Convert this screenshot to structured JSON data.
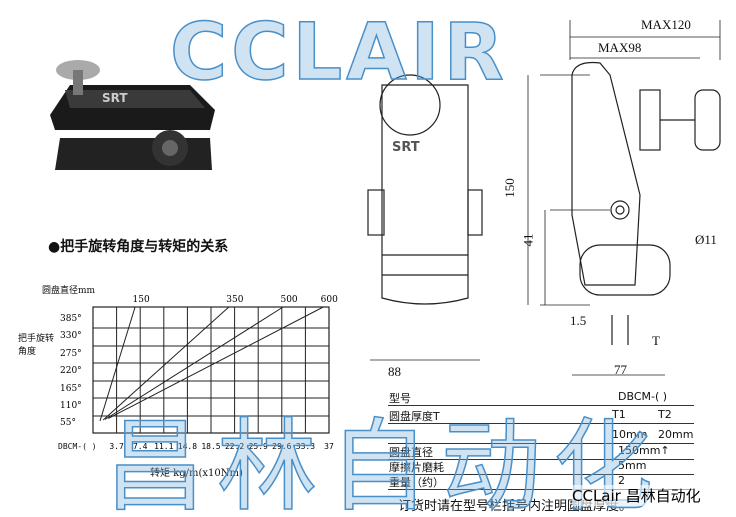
{
  "watermark": {
    "top": "CCLAIR",
    "bottom": "昌林自动化",
    "corner": "CCLair 昌林自动化",
    "accent": "#4a90c8"
  },
  "product": {
    "logo": "SRT"
  },
  "section_title": "●把手旋转角度与转矩的关系",
  "drawing": {
    "dims": {
      "max120": "MAX120",
      "max98": "MAX98",
      "h150": "150",
      "h41": "41",
      "dia": "Ø11",
      "w88": "88",
      "w77": "77",
      "t15": "1.5",
      "t": "T"
    }
  },
  "chart_data": {
    "type": "line",
    "title": "圆盘直径mm",
    "ylabel": "把手旋转角度",
    "xlabel": "转矩 kg/m(x10Nm)",
    "x_row_label": "DBCM-( )",
    "xticks": [
      "3.7",
      "7.4",
      "11.1",
      "14.8",
      "18.5",
      "22.2",
      "25.9",
      "29.6",
      "33.3",
      "37"
    ],
    "yticks": [
      "385°",
      "330°",
      "275°",
      "220°",
      "165°",
      "110°",
      "55°"
    ],
    "xlim": [
      0,
      37
    ],
    "ylim": [
      13,
      420
    ],
    "grid": true,
    "series": [
      {
        "name": "150",
        "points": [
          [
            1.1,
            52
          ],
          [
            6.6,
            420
          ]
        ]
      },
      {
        "name": "350",
        "points": [
          [
            1.6,
            55
          ],
          [
            21.3,
            420
          ]
        ]
      },
      {
        "name": "500",
        "points": [
          [
            1.9,
            57
          ],
          [
            29.8,
            420
          ]
        ]
      },
      {
        "name": "600",
        "points": [
          [
            2.4,
            60
          ],
          [
            36.1,
            420
          ]
        ]
      }
    ]
  },
  "table": {
    "rows": [
      {
        "label": "型号",
        "values": [
          "DBCM-( )"
        ]
      },
      {
        "label": "圆盘厚度T",
        "values": [
          "T1",
          "T2"
        ]
      },
      {
        "label": "",
        "values": [
          "10mm",
          "20mm"
        ]
      },
      {
        "label": "圆盘直径",
        "values": [
          "150mm↑"
        ]
      },
      {
        "label": "摩擦片磨耗",
        "values": [
          "5mm"
        ]
      },
      {
        "label": "重量（约）",
        "values": [
          "2"
        ]
      }
    ],
    "note": "订货时请在型号栏括号内注明圆盘厚度。"
  }
}
